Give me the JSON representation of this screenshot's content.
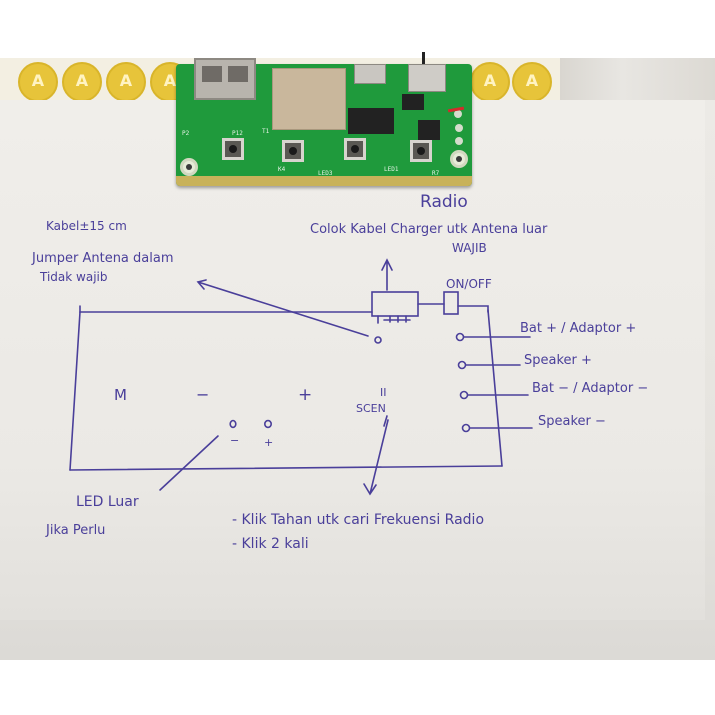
{
  "photo": {
    "subject": "Radio module PCB with hand-drawn wiring diagram",
    "pcb_labels": [
      "P2",
      "P12",
      "T1",
      "K4",
      "LED3",
      "LED1",
      "R7"
    ],
    "ink_color": "#4a3f9a",
    "pcb_color": "#1f9a3c",
    "sticker_color": "#e7c43a"
  },
  "diagram": {
    "title": "Radio",
    "antenna_note": "Colok Kabel Charger utk Antena luar",
    "antenna_note_2": "WAJIB",
    "switch_label": "ON/OFF",
    "jumper_notes": [
      "Kabel±15 cm",
      "Jumper Antena dalam",
      "Tidak wajib"
    ],
    "buttons": [
      "M",
      "−",
      "+",
      "II",
      "SCEN"
    ],
    "led_pins": [
      "−",
      "+"
    ],
    "terminals": [
      "Bat + / Adaptor +",
      "Speaker +",
      "Bat − / Adaptor −",
      "Speaker −"
    ],
    "led_note": [
      "LED Luar",
      "Jika Perlu"
    ],
    "scan_notes": [
      "- Klik Tahan utk cari Frekuensi Radio",
      "- Klik 2 kali"
    ]
  }
}
